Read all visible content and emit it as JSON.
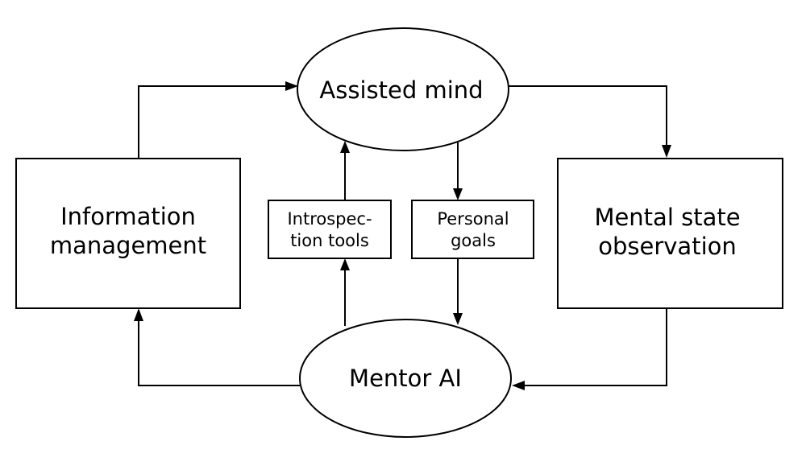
{
  "nodes": {
    "assisted_mind": {
      "label": "Assisted mind"
    },
    "mentor_ai": {
      "label": "Mentor AI"
    },
    "information_management": {
      "lines": [
        "Information",
        "management"
      ]
    },
    "mental_state_observation": {
      "lines": [
        "Mental state",
        "observation"
      ]
    },
    "introspection_tools": {
      "lines": [
        "Introspec-",
        "tion tools"
      ]
    },
    "personal_goals": {
      "lines": [
        "Personal",
        "goals"
      ]
    }
  },
  "edges": [
    {
      "from": "information_management",
      "to": "assisted_mind"
    },
    {
      "from": "assisted_mind",
      "to": "mental_state_observation"
    },
    {
      "from": "mental_state_observation",
      "to": "mentor_ai"
    },
    {
      "from": "mentor_ai",
      "to": "information_management"
    },
    {
      "from": "mentor_ai",
      "to": "introspection_tools"
    },
    {
      "from": "introspection_tools",
      "to": "assisted_mind"
    },
    {
      "from": "assisted_mind",
      "to": "personal_goals"
    },
    {
      "from": "personal_goals",
      "to": "mentor_ai"
    }
  ],
  "colors": {
    "stroke": "#000000",
    "fill": "#ffffff"
  }
}
